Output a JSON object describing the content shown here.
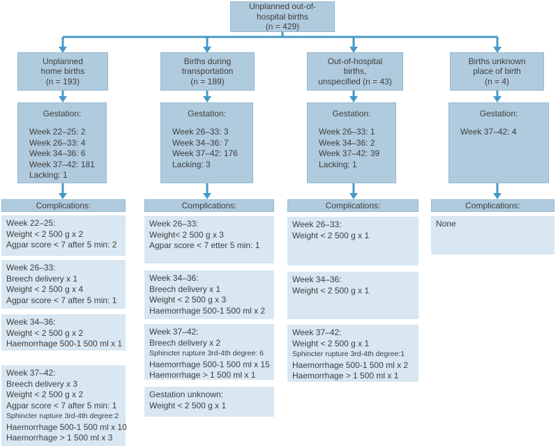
{
  "root_box": {
    "label": "Unplanned out-of-\nhospital births\n(n = 429)"
  },
  "colors": {
    "box_fill": "#b0cbde",
    "box_border": "#93b7d0",
    "block_fill": "#d8e7f2",
    "arrow": "#4599c7",
    "text": "#3e3e3e"
  },
  "columns": [
    {
      "branch_label": "Unplanned\nhome births\n(n = 193)",
      "gestation_title": "Gestation:",
      "gestation_lines": [
        "Week 22–25: 2",
        "Week 26–33: 4",
        "Week 34–36: 6",
        "Week 37–42: 181",
        "Lacking: 1"
      ],
      "complications_label": "Complications:",
      "blocks": [
        {
          "lines": [
            {
              "t": "Week 22–25:"
            },
            {
              "t": "Weight < 2 500 g x 2"
            },
            {
              "t": "Agpar score < 7 after 5 min: 2"
            }
          ]
        },
        {
          "lines": [
            {
              "t": "Week 26–33:"
            },
            {
              "t": "Breech delivery x 1"
            },
            {
              "t": "Weight < 2 500 g x 4"
            },
            {
              "t": "Agpar score < 7 after 5 min: 1"
            }
          ]
        },
        {
          "lines": [
            {
              "t": "Week 34–36:"
            },
            {
              "t": "Weight < 2 500 g x 2"
            },
            {
              "t": "Haemorrhage 500-1 500 ml x 1"
            }
          ]
        },
        {
          "lines": [
            {
              "t": "Week 37–42:"
            },
            {
              "t": "Breech delivery x 3"
            },
            {
              "t": "Weight < 2 500 g x 2"
            },
            {
              "t": "Agpar score < 7 after 5 min: 1"
            },
            {
              "t": "Sphincter rupture 3rd-4th degree:2",
              "small": true
            },
            {
              "t": "Haemorrhage 500-1 500 ml x 10"
            },
            {
              "t": "Haemorrhage > 1 500 ml x 3"
            }
          ]
        }
      ]
    },
    {
      "branch_label": "Births during\ntransportation\n(n = 189)",
      "gestation_title": "Gestation:",
      "gestation_lines": [
        "Week 26–33: 3",
        "Week 34–36: 7",
        "Week 37–42: 176",
        "Lacking: 3"
      ],
      "complications_label": "Complications:",
      "blocks": [
        {
          "lines": [
            {
              "t": "Week 26–33:"
            },
            {
              "t": "Weight< 2 500 g x 3"
            },
            {
              "t": "Agpar score < 7 etter 5 min: 1"
            }
          ]
        },
        {
          "lines": [
            {
              "t": "Week 34–36:"
            },
            {
              "t": "Breech delivery x 1"
            },
            {
              "t": "Weight < 2 500 g x 3"
            },
            {
              "t": "Haemorrhage 500-1 500 ml x 2"
            }
          ]
        },
        {
          "lines": [
            {
              "t": "Week 37–42:"
            },
            {
              "t": "Breech delivery x 2"
            },
            {
              "t": "Sphincter rupture 3rd-4th degree: 6",
              "small": true
            },
            {
              "t": "Haemorrhage 500-1 500 ml x 15"
            },
            {
              "t": "Haemorrhage > 1 500 ml x 1"
            }
          ]
        },
        {
          "lines": [
            {
              "t": "Gestation unknown:"
            },
            {
              "t": "Weight < 2 500 g x 1"
            }
          ]
        }
      ]
    },
    {
      "branch_label": "Out-of-hospital\nbirths,\nunspecified (n = 43)",
      "gestation_title": "Gestation:",
      "gestation_lines": [
        "Week 26–33: 1",
        "Week 34–36: 2",
        "Week 37–42: 39",
        "Lacking: 1"
      ],
      "complications_label": "Complications:",
      "blocks": [
        {
          "lines": [
            {
              "t": "Week 26–33:"
            },
            {
              "t": "Weight < 2 500 g x 1"
            }
          ]
        },
        {
          "lines": [
            {
              "t": "Week 34–36:"
            },
            {
              "t": "Weight < 2 500 g x 1"
            }
          ]
        },
        {
          "lines": [
            {
              "t": "Week 37–42:"
            },
            {
              "t": "Weight < 2 500 g x 1"
            },
            {
              "t": "Sphincter rupture 3rd-4th degree:1",
              "small": true
            },
            {
              "t": "Haemorrhage 500-1 500 ml x 2"
            },
            {
              "t": "Haemorrhage > 1 500 ml x 1"
            }
          ]
        }
      ]
    },
    {
      "branch_label": "Births unknown\nplace of birth\n(n = 4)",
      "gestation_title": "Gestation:",
      "gestation_lines": [
        "Week 37–42: 4"
      ],
      "complications_label": "Complications:",
      "blocks": [
        {
          "lines": [
            {
              "t": "None"
            }
          ]
        }
      ]
    }
  ]
}
